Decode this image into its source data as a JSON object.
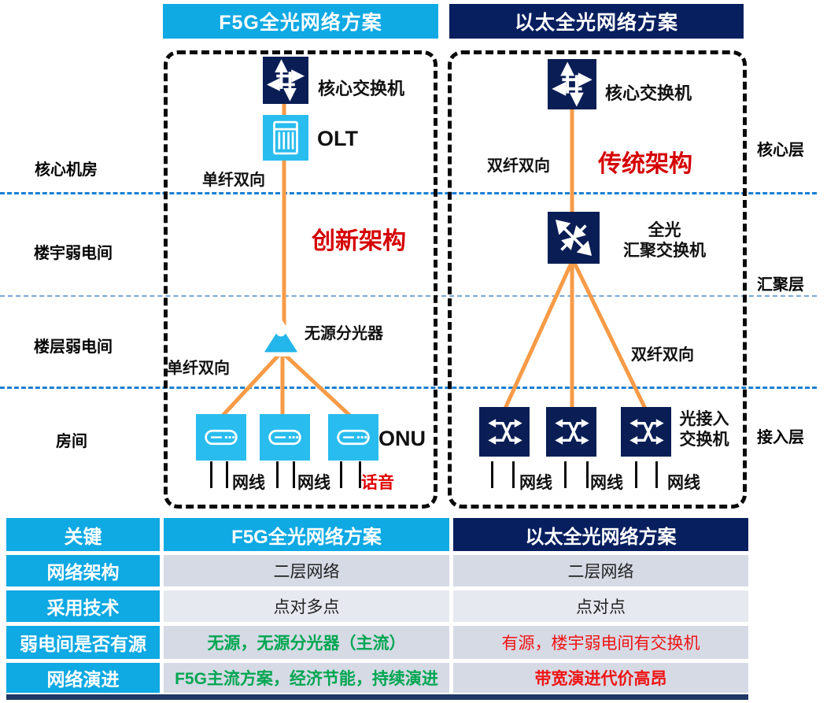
{
  "banners": {
    "left": "F5G全光网络方案",
    "right": "以太全光网络方案"
  },
  "zones": {
    "left": [
      "核心机房",
      "楼宇弱电间",
      "楼层弱电间",
      "房间"
    ],
    "right": [
      "核心层",
      "汇聚层",
      "接入层"
    ]
  },
  "left_diagram": {
    "core_switch": "核心交换机",
    "olt": "OLT",
    "fiber_top": "单纤双向",
    "arch": "创新架构",
    "splitter": "无源分光器",
    "fiber_bottom": "单纤双向",
    "onu": "ONU",
    "cables": [
      "网线",
      "网线",
      "话音"
    ]
  },
  "right_diagram": {
    "core_switch": "核心交换机",
    "fiber_top": "双纤双向",
    "arch": "传统架构",
    "agg_switch_line1": "全光",
    "agg_switch_line2": "汇聚交换机",
    "fiber_bottom": "双纤双向",
    "access_switch_line1": "光接入",
    "access_switch_line2": "交换机",
    "cables": [
      "网线",
      "网线",
      "网线"
    ]
  },
  "table": {
    "headers": [
      "关键",
      "F5G全光网络方案",
      "以太全光网络方案"
    ],
    "rows": [
      {
        "label": "网络架构",
        "f5g": "二层网络",
        "eth": "二层网络"
      },
      {
        "label": "采用技术",
        "f5g": "点对多点",
        "eth": "点对点"
      },
      {
        "label": "弱电间是否有源",
        "f5g": "无源，无源分光器（主流）",
        "eth": "有源，楼宇弱电间有交换机"
      },
      {
        "label": "网络演进",
        "f5g": "F5G主流方案，经济节能，持续演进",
        "eth": "带宽演进代价高昂"
      }
    ]
  },
  "icons": {
    "core_switch": "router-cross-arrows-icon",
    "olt": "olt-chassis-icon",
    "splitter": "passive-splitter-triangle-icon",
    "onu": "onu-modem-icon",
    "agg_switch": "diagonal-arrows-switch-icon",
    "access_switch": "crossed-arrows-switch-icon"
  },
  "colors": {
    "cyan": "#0FA9E3",
    "navy": "#071F5F",
    "device_cyan": "#29BCEE",
    "device_navy": "#0A1E55",
    "orange_fiber": "#F79B47",
    "red": "#E00000",
    "green": "#00A651",
    "cell_gray": "#D5DAE5",
    "layer_line_blue": "#1B7FD4"
  }
}
